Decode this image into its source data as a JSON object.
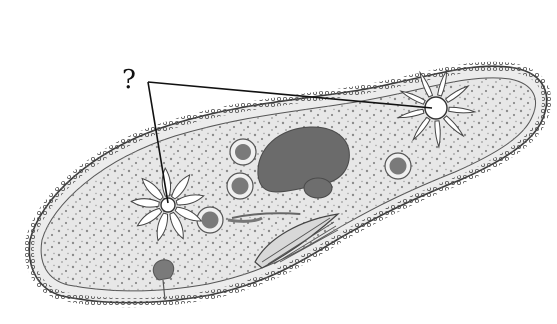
{
  "figure": {
    "label": "?",
    "colors": {
      "cytoplasm": "#e7e7e7",
      "stipple": "#8a8a8a",
      "outline": "#3a3a3a",
      "cilia": "#3f3f3f",
      "macronucleus": "#6b6b6b",
      "food_vacuole_fill": "#7a7a7a",
      "vacuole_fill": "#ffffff",
      "leader_line": "#111111"
    },
    "icons": [
      "contractile-vacuole",
      "food-vacuole",
      "macronucleus",
      "micronucleus",
      "oral-groove",
      "cilia"
    ]
  }
}
